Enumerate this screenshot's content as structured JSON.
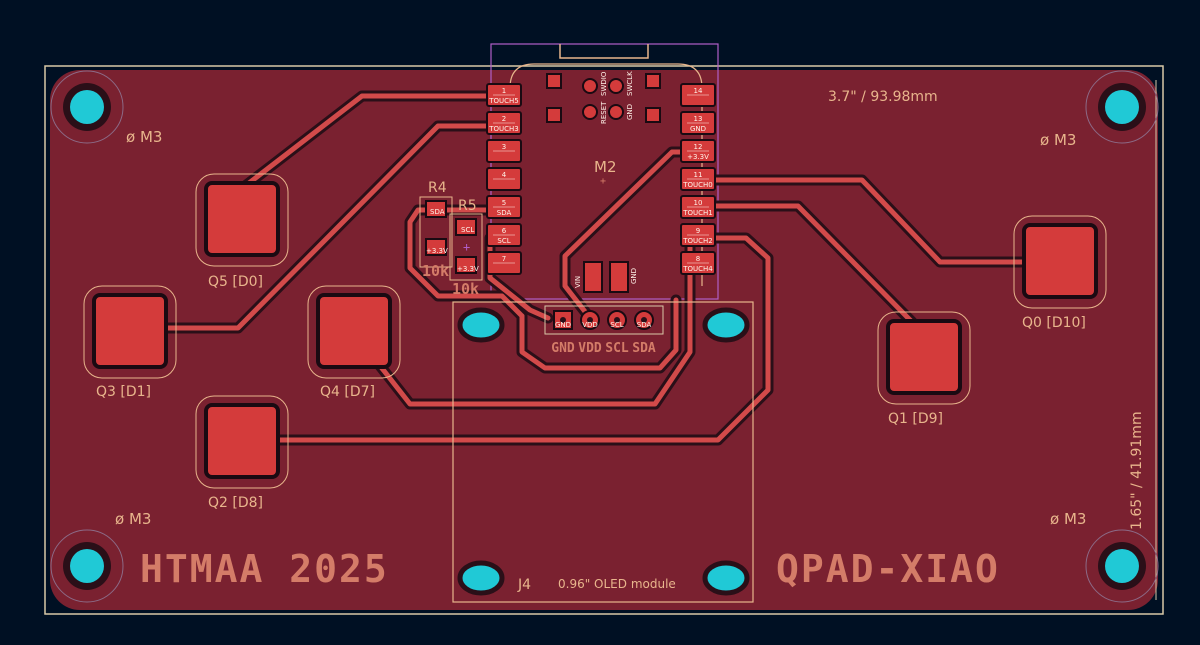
{
  "board": {
    "width_dim": "3.7\" / 93.98mm",
    "height_dim": "1.65\" / 41.91mm",
    "title_left": "HTMAA 2025",
    "title_right": "QPAD-XIAO",
    "colors": {
      "background": "#001023",
      "copper": "#7a2130",
      "pad": "#d43b3b",
      "silkscreen": "#e8b58c",
      "mounting_hole": "#20c9d6"
    }
  },
  "mounting_holes": [
    {
      "label": "ø M3"
    },
    {
      "label": "ø M3"
    },
    {
      "label": "ø M3"
    },
    {
      "label": "ø M3"
    }
  ],
  "touch_pads": [
    {
      "label": "Q0 [D10]"
    },
    {
      "label": "Q1 [D9]"
    },
    {
      "label": "Q2 [D8]"
    },
    {
      "label": "Q3 [D1]"
    },
    {
      "label": "Q4 [D7]"
    },
    {
      "label": "Q5 [D0]"
    }
  ],
  "module": {
    "ref": "M2",
    "left_pins": [
      {
        "num": "1",
        "name": "TOUCH5"
      },
      {
        "num": "2",
        "name": "TOUCH3"
      },
      {
        "num": "3",
        "name": ""
      },
      {
        "num": "4",
        "name": ""
      },
      {
        "num": "5",
        "name": "SDA"
      },
      {
        "num": "6",
        "name": "SCL"
      },
      {
        "num": "7",
        "name": ""
      }
    ],
    "right_pins": [
      {
        "num": "14",
        "name": ""
      },
      {
        "num": "13",
        "name": "GND"
      },
      {
        "num": "12",
        "name": "+3.3V"
      },
      {
        "num": "11",
        "name": "TOUCH0"
      },
      {
        "num": "10",
        "name": "TOUCH1"
      },
      {
        "num": "9",
        "name": "TOUCH2"
      },
      {
        "num": "8",
        "name": "TOUCH4"
      }
    ],
    "swd_labels": [
      "RESET",
      "SWDIO",
      "GND",
      "SWCLK"
    ],
    "power_labels": [
      "VIN",
      "GND"
    ]
  },
  "resistors": [
    {
      "ref": "R4",
      "value": "10k",
      "pin1": "SDA",
      "pin2": "+3.3V"
    },
    {
      "ref": "R5",
      "value": "10k",
      "pin1": "SCL",
      "pin2": "+3.3V"
    }
  ],
  "oled": {
    "ref": "J4",
    "description": "0.96\" OLED module",
    "pins": [
      "GND",
      "VDD",
      "SCL",
      "SDA"
    ],
    "pin_header_labels": [
      "GND",
      "VDD",
      "SCL",
      "SDA"
    ]
  }
}
